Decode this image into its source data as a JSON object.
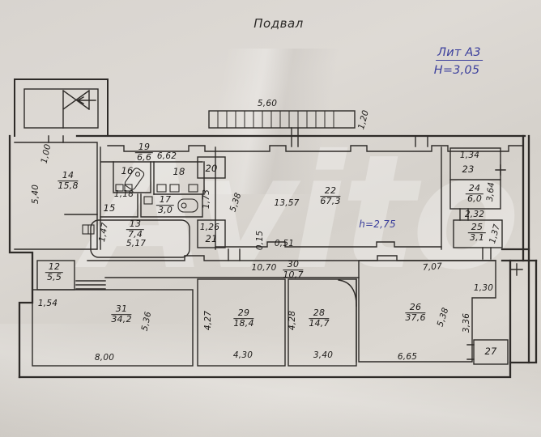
{
  "title": "Подвал",
  "legend": {
    "lit": "Лит А3",
    "height": "Н=3,05"
  },
  "watermark": "Avito",
  "annotation": {
    "ceiling_height": "h=2,75"
  },
  "colors": {
    "ink_blue": "#3a3e9c",
    "line": "#2e2b28",
    "paper": "#d8d4cf"
  },
  "rooms": {
    "r12": {
      "num": "12",
      "area": "5,5"
    },
    "r13": {
      "num": "13",
      "area": "7,4"
    },
    "r14": {
      "num": "14",
      "area": "15,8"
    },
    "r15": {
      "num": "15"
    },
    "r16": {
      "num": "16"
    },
    "r17": {
      "num": "17",
      "area": "3,0"
    },
    "r18": {
      "num": "18"
    },
    "r19": {
      "num": "19",
      "area": "6,6"
    },
    "r20": {
      "num": "20"
    },
    "r21": {
      "num": "21"
    },
    "r22": {
      "num": "22",
      "area": "67,3"
    },
    "r23": {
      "num": "23"
    },
    "r24": {
      "num": "24",
      "area": "6,0"
    },
    "r25": {
      "num": "25",
      "area": "3,1"
    },
    "r26": {
      "num": "26",
      "area": "37,6"
    },
    "r27": {
      "num": "27"
    },
    "r28": {
      "num": "28",
      "area": "14,7"
    },
    "r29": {
      "num": "29",
      "area": "18,4"
    },
    "r30": {
      "num": "30",
      "area": "10,7"
    },
    "r31": {
      "num": "31",
      "area": "34,2"
    }
  },
  "dims": {
    "stair_len": "5,60",
    "stair_rise": "1,20",
    "seg_1_00": "1,00",
    "r19_len": "6,62",
    "r14_h": "5,40",
    "r16_w": "1,18",
    "r22_wall": "1,73",
    "r22_h": "5,38",
    "r22_w": "13,57",
    "r23_w": "1,34",
    "r24_h": "3,64",
    "r24_w": "2,32",
    "r25_h": "1,37",
    "r21_w": "1,26",
    "off_a": "0,15",
    "off_b": "0,51",
    "r13_w": "1,47",
    "r13_len": "5,17",
    "cor_len": "10,70",
    "r26_top": "7,07",
    "step": "1,54",
    "r31_h": "5,36",
    "r31_w": "8,00",
    "r29_h": "4,27",
    "r29_w": "4,30",
    "r28_h": "4,28",
    "r28_w": "3,40",
    "r26_h": "5,38",
    "r26_w": "6,65",
    "r26_step": "1,30",
    "r26_side": "3,36"
  }
}
